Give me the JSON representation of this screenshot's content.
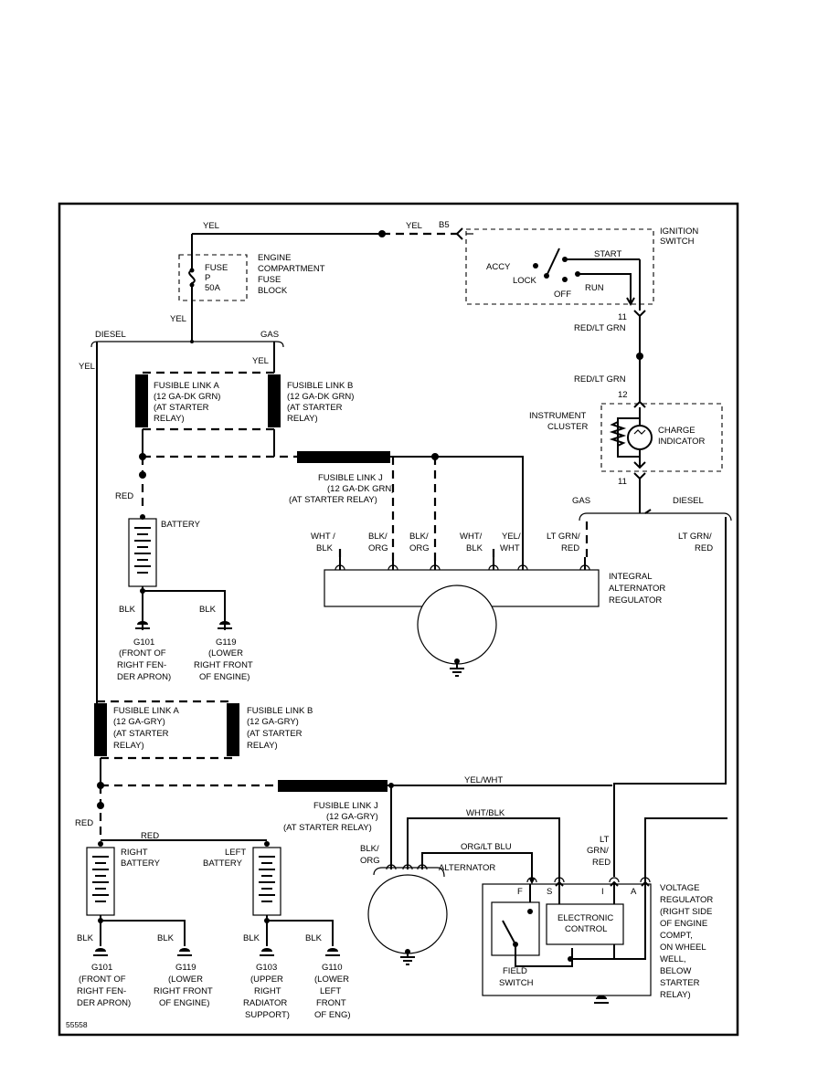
{
  "diagram_id": "55558",
  "colors": {
    "ink": "#000000",
    "paper": "#ffffff"
  },
  "wire": {
    "yel": "YEL",
    "red": "RED",
    "blk": "BLK",
    "red_lt_grn": "RED/LT GRN",
    "wht_blk_split": [
      "WHT /",
      "BLK"
    ],
    "blk_org_split": [
      "BLK/",
      "ORG"
    ],
    "wht_blk2_split": [
      "WHT/",
      "BLK"
    ],
    "yel_wht_split": [
      "YEL/",
      "WHT"
    ],
    "lt_grn_red_split": [
      "LT GRN/",
      "RED"
    ],
    "yel_wht": "YEL/WHT",
    "wht_blk": "WHT/BLK",
    "org_lt_blu": "ORG/LT BLU",
    "lt_grn_red_v": [
      "LT",
      "GRN/",
      "RED"
    ],
    "blk_org_v": [
      "BLK/",
      "ORG"
    ]
  },
  "labels": {
    "diesel": "DIESEL",
    "gas": "GAS",
    "b5": "B5",
    "pin_11": "11",
    "pin_12": "12",
    "ignition_switch": [
      "IGNITION",
      "SWITCH"
    ],
    "accy": "ACCY",
    "lock": "LOCK",
    "off": "OFF",
    "start": "START",
    "run": "RUN",
    "fuse": [
      "FUSE",
      "P",
      "50A"
    ],
    "engine_fuse_block": [
      "ENGINE",
      "COMPARTMENT",
      "FUSE",
      "BLOCK"
    ],
    "instrument_cluster": [
      "INSTRUMENT",
      "CLUSTER"
    ],
    "charge_indicator": [
      "CHARGE",
      "INDICATOR"
    ],
    "fl_a_gas": [
      "FUSIBLE LINK A",
      "(12 GA-DK GRN)",
      "(AT STARTER",
      "RELAY)"
    ],
    "fl_b_gas": [
      "FUSIBLE LINK B",
      "(12 GA-DK GRN)",
      "(AT STARTER",
      "RELAY)"
    ],
    "fl_j_gas": [
      "FUSIBLE LINK J",
      "(12 GA-DK GRN)",
      "(AT STARTER RELAY)"
    ],
    "battery": "BATTERY",
    "g101": [
      "G101",
      "(FRONT OF",
      "RIGHT FEN-",
      "DER APRON)"
    ],
    "g119": [
      "G119",
      "(LOWER",
      "RIGHT FRONT",
      "OF ENGINE)"
    ],
    "integral_regulator": [
      "INTEGRAL",
      "ALTERNATOR",
      "REGULATOR"
    ],
    "fl_a_diesel": [
      "FUSIBLE LINK A",
      "(12 GA-GRY)",
      "(AT STARTER",
      "RELAY)"
    ],
    "fl_b_diesel": [
      "FUSIBLE LINK B",
      "(12 GA-GRY)",
      "(AT STARTER",
      "RELAY)"
    ],
    "fl_j_diesel": [
      "FUSIBLE LINK J",
      "(12 GA-GRY)",
      "(AT STARTER RELAY)"
    ],
    "right_battery": [
      "RIGHT",
      "BATTERY"
    ],
    "left_battery": [
      "LEFT",
      "BATTERY"
    ],
    "alternator": "ALTERNATOR",
    "g101_b": [
      "G101",
      "(FRONT OF",
      "RIGHT FEN-",
      "DER APRON)"
    ],
    "g119_b": [
      "G119",
      "(LOWER",
      "RIGHT FRONT",
      "OF ENGINE)"
    ],
    "g103": [
      "G103",
      "(UPPER",
      "RIGHT",
      "RADIATOR",
      "SUPPORT)"
    ],
    "g110": [
      "G110",
      "(LOWER",
      "LEFT",
      "FRONT",
      "OF ENG)"
    ],
    "electronic_control": [
      "ELECTRONIC",
      "CONTROL"
    ],
    "field_switch": [
      "FIELD",
      "SWITCH"
    ],
    "vr_terminals": [
      "F",
      "S",
      "I",
      "A"
    ],
    "voltage_regulator": [
      "VOLTAGE",
      "REGULATOR",
      "(RIGHT SIDE",
      "OF ENGINE",
      "COMPT,",
      "ON WHEEL",
      "WELL,",
      "BELOW",
      "STARTER",
      "RELAY)"
    ]
  }
}
